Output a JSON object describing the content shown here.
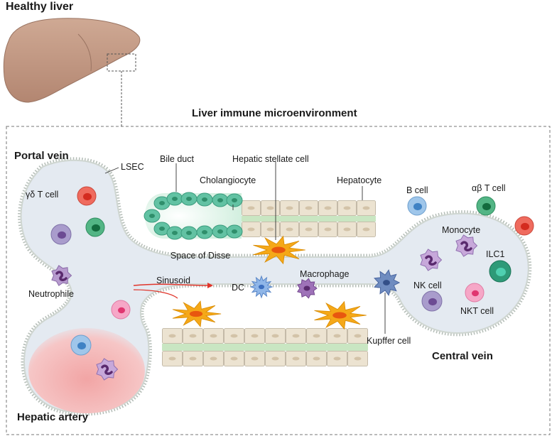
{
  "titles": {
    "healthy_liver": "Healthy liver",
    "microenvironment": "Liver immune microenvironment"
  },
  "vessels": {
    "portal_vein": "Portal vein",
    "central_vein": "Central vein",
    "hepatic_artery": "Hepatic artery"
  },
  "labels": {
    "lsec": "LSEC",
    "gd_t_cell": "γδ T cell",
    "bile_duct": "Bile duct",
    "hepatic_stellate_cell": "Hepatic stellate cell",
    "cholangiocyte": "Cholangiocyte",
    "hepatocyte": "Hepatocyte",
    "space_of_disse": "Space of Disse",
    "neutrophile": "Neutrophile",
    "sinusoid": "Sinusoid",
    "dc": "DC",
    "macrophage": "Macrophage",
    "kupffer_cell": "Kupffer cell",
    "b_cell": "B cell",
    "ab_t_cell": "αβ T cell",
    "monocyte": "Monocyte",
    "ilc1": "ILC1",
    "nk_cell": "NK cell",
    "nkt_cell": "NKT cell"
  },
  "colors": {
    "vessel_fill": "#e4eaf1",
    "vessel_wall": "#bfc7c2",
    "liver": "#c19a86",
    "hepatocyte": "#ece3d1",
    "space_of_disse": "#c9e6c2",
    "cholangiocyte": "#62c2a3",
    "stellate": "#f5a818",
    "artery_blush": "#f2a5a5"
  }
}
